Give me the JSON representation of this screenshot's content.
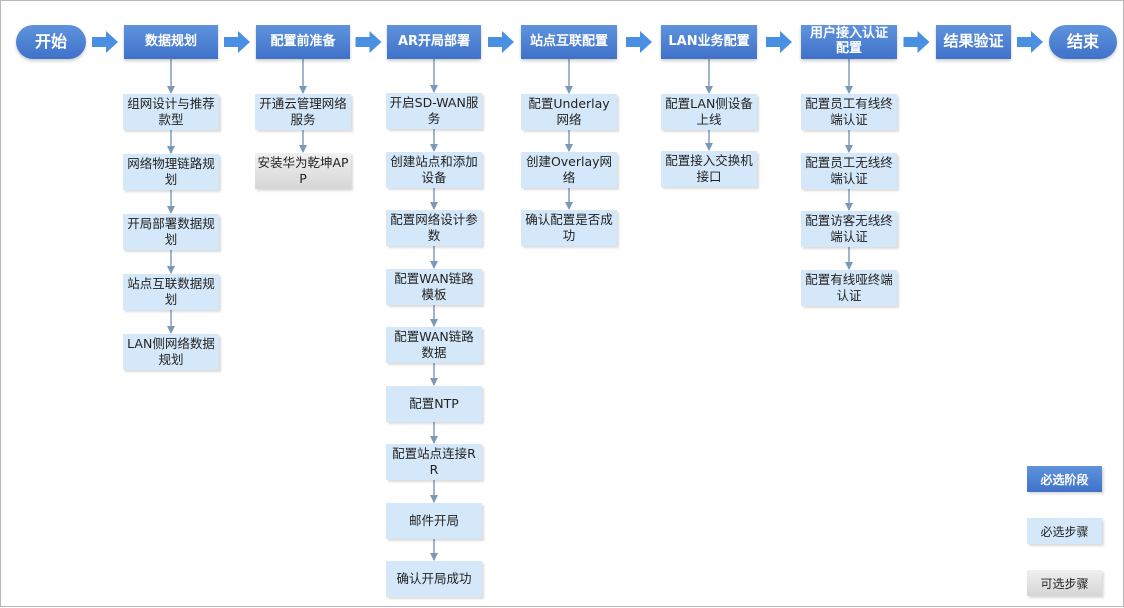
{
  "stages": [
    {
      "id": "start",
      "label": "开始",
      "shape": "terminal"
    },
    {
      "id": "planning",
      "label": "数据规划",
      "shape": "box",
      "steps": [
        {
          "label": "组网设计与推荐款型",
          "kind": "required"
        },
        {
          "label": "网络物理链路规划",
          "kind": "required"
        },
        {
          "label": "开局部署数据规划",
          "kind": "required"
        },
        {
          "label": "站点互联数据规划",
          "kind": "required"
        },
        {
          "label": "LAN侧网络数据规划",
          "kind": "required"
        }
      ]
    },
    {
      "id": "prep",
      "label": "配置前准备",
      "shape": "box",
      "steps": [
        {
          "label": "开通云管理网络服务",
          "kind": "required"
        },
        {
          "label": "安装华为乾坤APP",
          "kind": "optional"
        }
      ]
    },
    {
      "id": "ar-deploy",
      "label": "AR开局部署",
      "shape": "box",
      "steps": [
        {
          "label": "开启SD-WAN服务",
          "kind": "required"
        },
        {
          "label": "创建站点和添加设备",
          "kind": "required"
        },
        {
          "label": "配置网络设计参数",
          "kind": "required"
        },
        {
          "label": "配置WAN链路模板",
          "kind": "required"
        },
        {
          "label": "配置WAN链路数据",
          "kind": "required"
        },
        {
          "label": "配置NTP",
          "kind": "required"
        },
        {
          "label": "配置站点连接RR",
          "kind": "required"
        },
        {
          "label": "邮件开局",
          "kind": "required"
        },
        {
          "label": "确认开局成功",
          "kind": "required"
        }
      ]
    },
    {
      "id": "interconnect",
      "label": "站点互联配置",
      "shape": "box",
      "steps": [
        {
          "label": "配置Underlay网络",
          "kind": "required"
        },
        {
          "label": "创建Overlay网络",
          "kind": "required"
        },
        {
          "label": "确认配置是否成功",
          "kind": "required"
        }
      ]
    },
    {
      "id": "lan",
      "label": "LAN业务配置",
      "shape": "box",
      "steps": [
        {
          "label": "配置LAN侧设备上线",
          "kind": "required"
        },
        {
          "label": "配置接入交换机接口",
          "kind": "required"
        }
      ]
    },
    {
      "id": "auth",
      "label": "用户接入认证配置",
      "shape": "box",
      "steps": [
        {
          "label": "配置员工有线终端认证",
          "kind": "required"
        },
        {
          "label": "配置员工无线终端认证",
          "kind": "required"
        },
        {
          "label": "配置访客无线终端认证",
          "kind": "required"
        },
        {
          "label": "配置有线哑终端认证",
          "kind": "required"
        }
      ]
    },
    {
      "id": "verify",
      "label": "结果验证",
      "shape": "box"
    },
    {
      "id": "end",
      "label": "结束",
      "shape": "terminal"
    }
  ],
  "legend": {
    "required_stage": "必选阶段",
    "required_step": "必选步骤",
    "optional_step": "可选步骤"
  },
  "colors": {
    "stage_fill": "#4a7fd4",
    "required_step_fill": "#d4e8fa",
    "optional_step_fill": "#e2e2e2",
    "connector": "#7a98b8",
    "flow_arrow": "#4a90e2",
    "border": "#b8b8b8"
  }
}
